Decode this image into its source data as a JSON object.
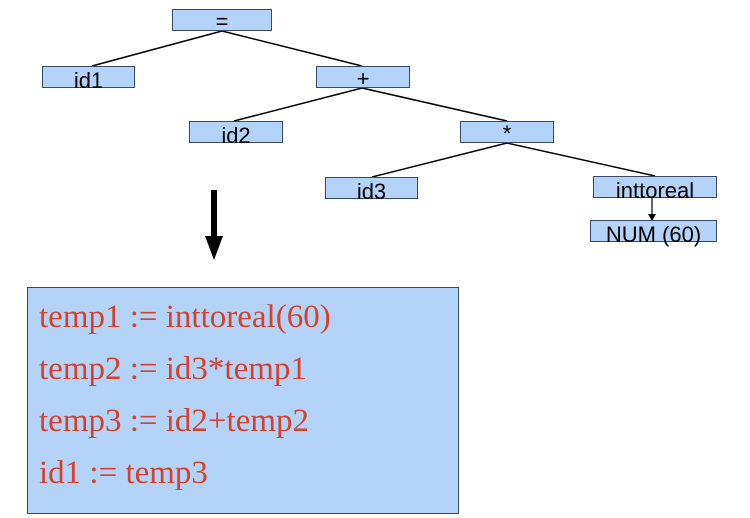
{
  "tree": {
    "nodes": {
      "assign": "=",
      "id1": "id1",
      "plus": "+",
      "id2": "id2",
      "times": "*",
      "id3": "id3",
      "inttoreal": "inttoreal",
      "num": "NUM (60)"
    }
  },
  "code": {
    "lines": [
      "temp1 := inttoreal(60)",
      "temp2 := id3*temp1",
      "temp3 := id2+temp2",
      "id1 := temp3"
    ]
  },
  "colors": {
    "node_fill": "#b3d4f8",
    "node_border": "#3a4a66",
    "code_text": "#d8402c",
    "edge": "#000000"
  }
}
